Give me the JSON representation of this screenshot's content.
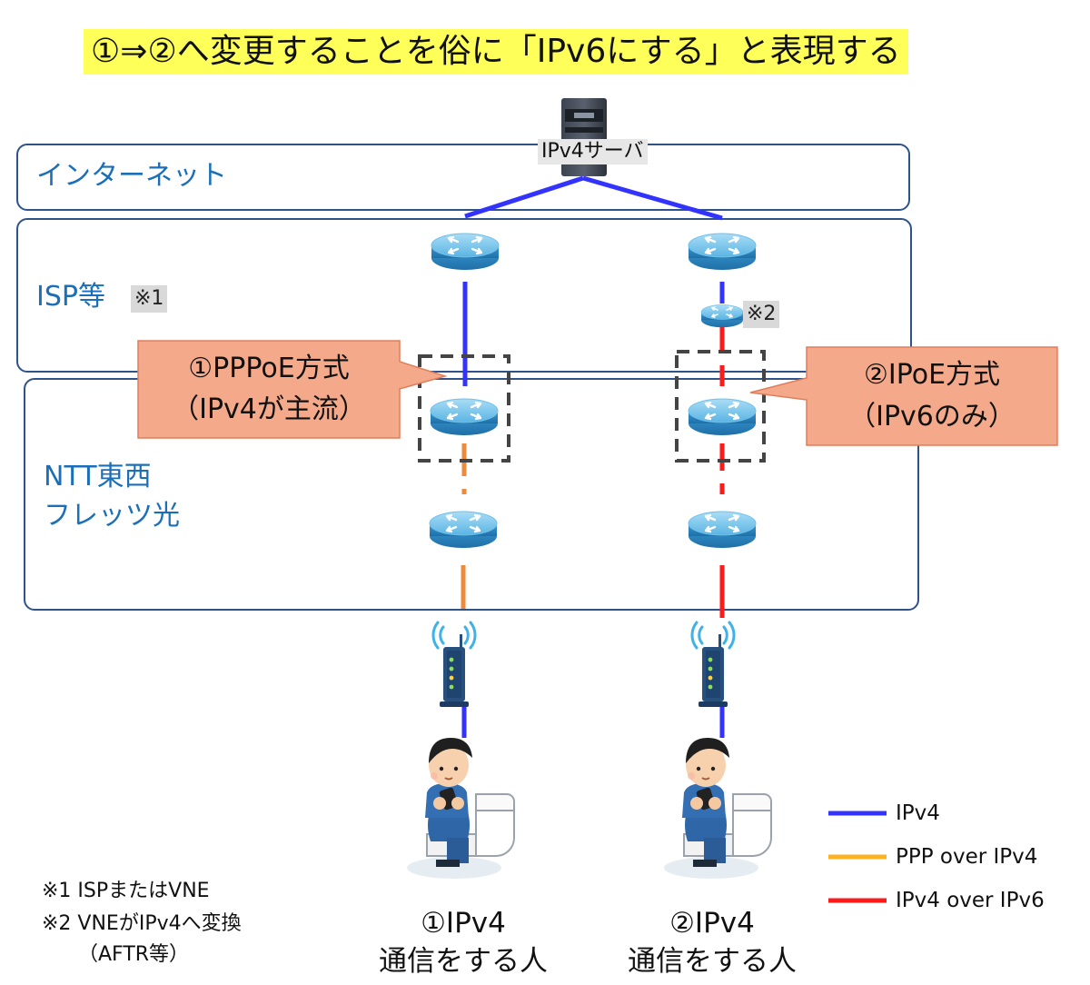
{
  "title": "①⇒②へ変更することを俗に「IPv6にする」と表現する",
  "zones": {
    "internet": "インターネット",
    "isp": "ISP等",
    "isp_note": "※1",
    "ntt_line1": "NTT東西",
    "ntt_line2": "フレッツ光"
  },
  "server": {
    "label": "IPv4サーバ"
  },
  "router_note": "※2",
  "callouts": {
    "pppoe_line1": "①PPPoE方式",
    "pppoe_line2": "（IPv4が主流）",
    "ipoe_line1": "②IPoE方式",
    "ipoe_line2": "（IPv6のみ）"
  },
  "persons": {
    "left_line1": "①IPv4",
    "left_line2": "通信をする人",
    "right_line1": "②IPv4",
    "right_line2": "通信をする人"
  },
  "legend": [
    {
      "label": "IPv4",
      "color": "#3333ff"
    },
    {
      "label": "PPP over IPv4",
      "color": "#ffb21f"
    },
    {
      "label": "IPv4 over IPv6",
      "color": "#ff1a1a"
    }
  ],
  "footnotes": {
    "n1": "※1  ISPまたはVNE",
    "n2": "※2  VNEがIPv4へ変換",
    "n2b": "（AFTR等）"
  },
  "colors": {
    "ipv4": "#3333ff",
    "ppp_over_ipv4": "#ee8a3c",
    "ipv4_over_ipv6": "#ff1a1a",
    "zone_border": "#2f5289",
    "zone_text": "#1b6fb8",
    "title_bg": "#ffff5a",
    "callout_bg": "#f4a98a"
  }
}
